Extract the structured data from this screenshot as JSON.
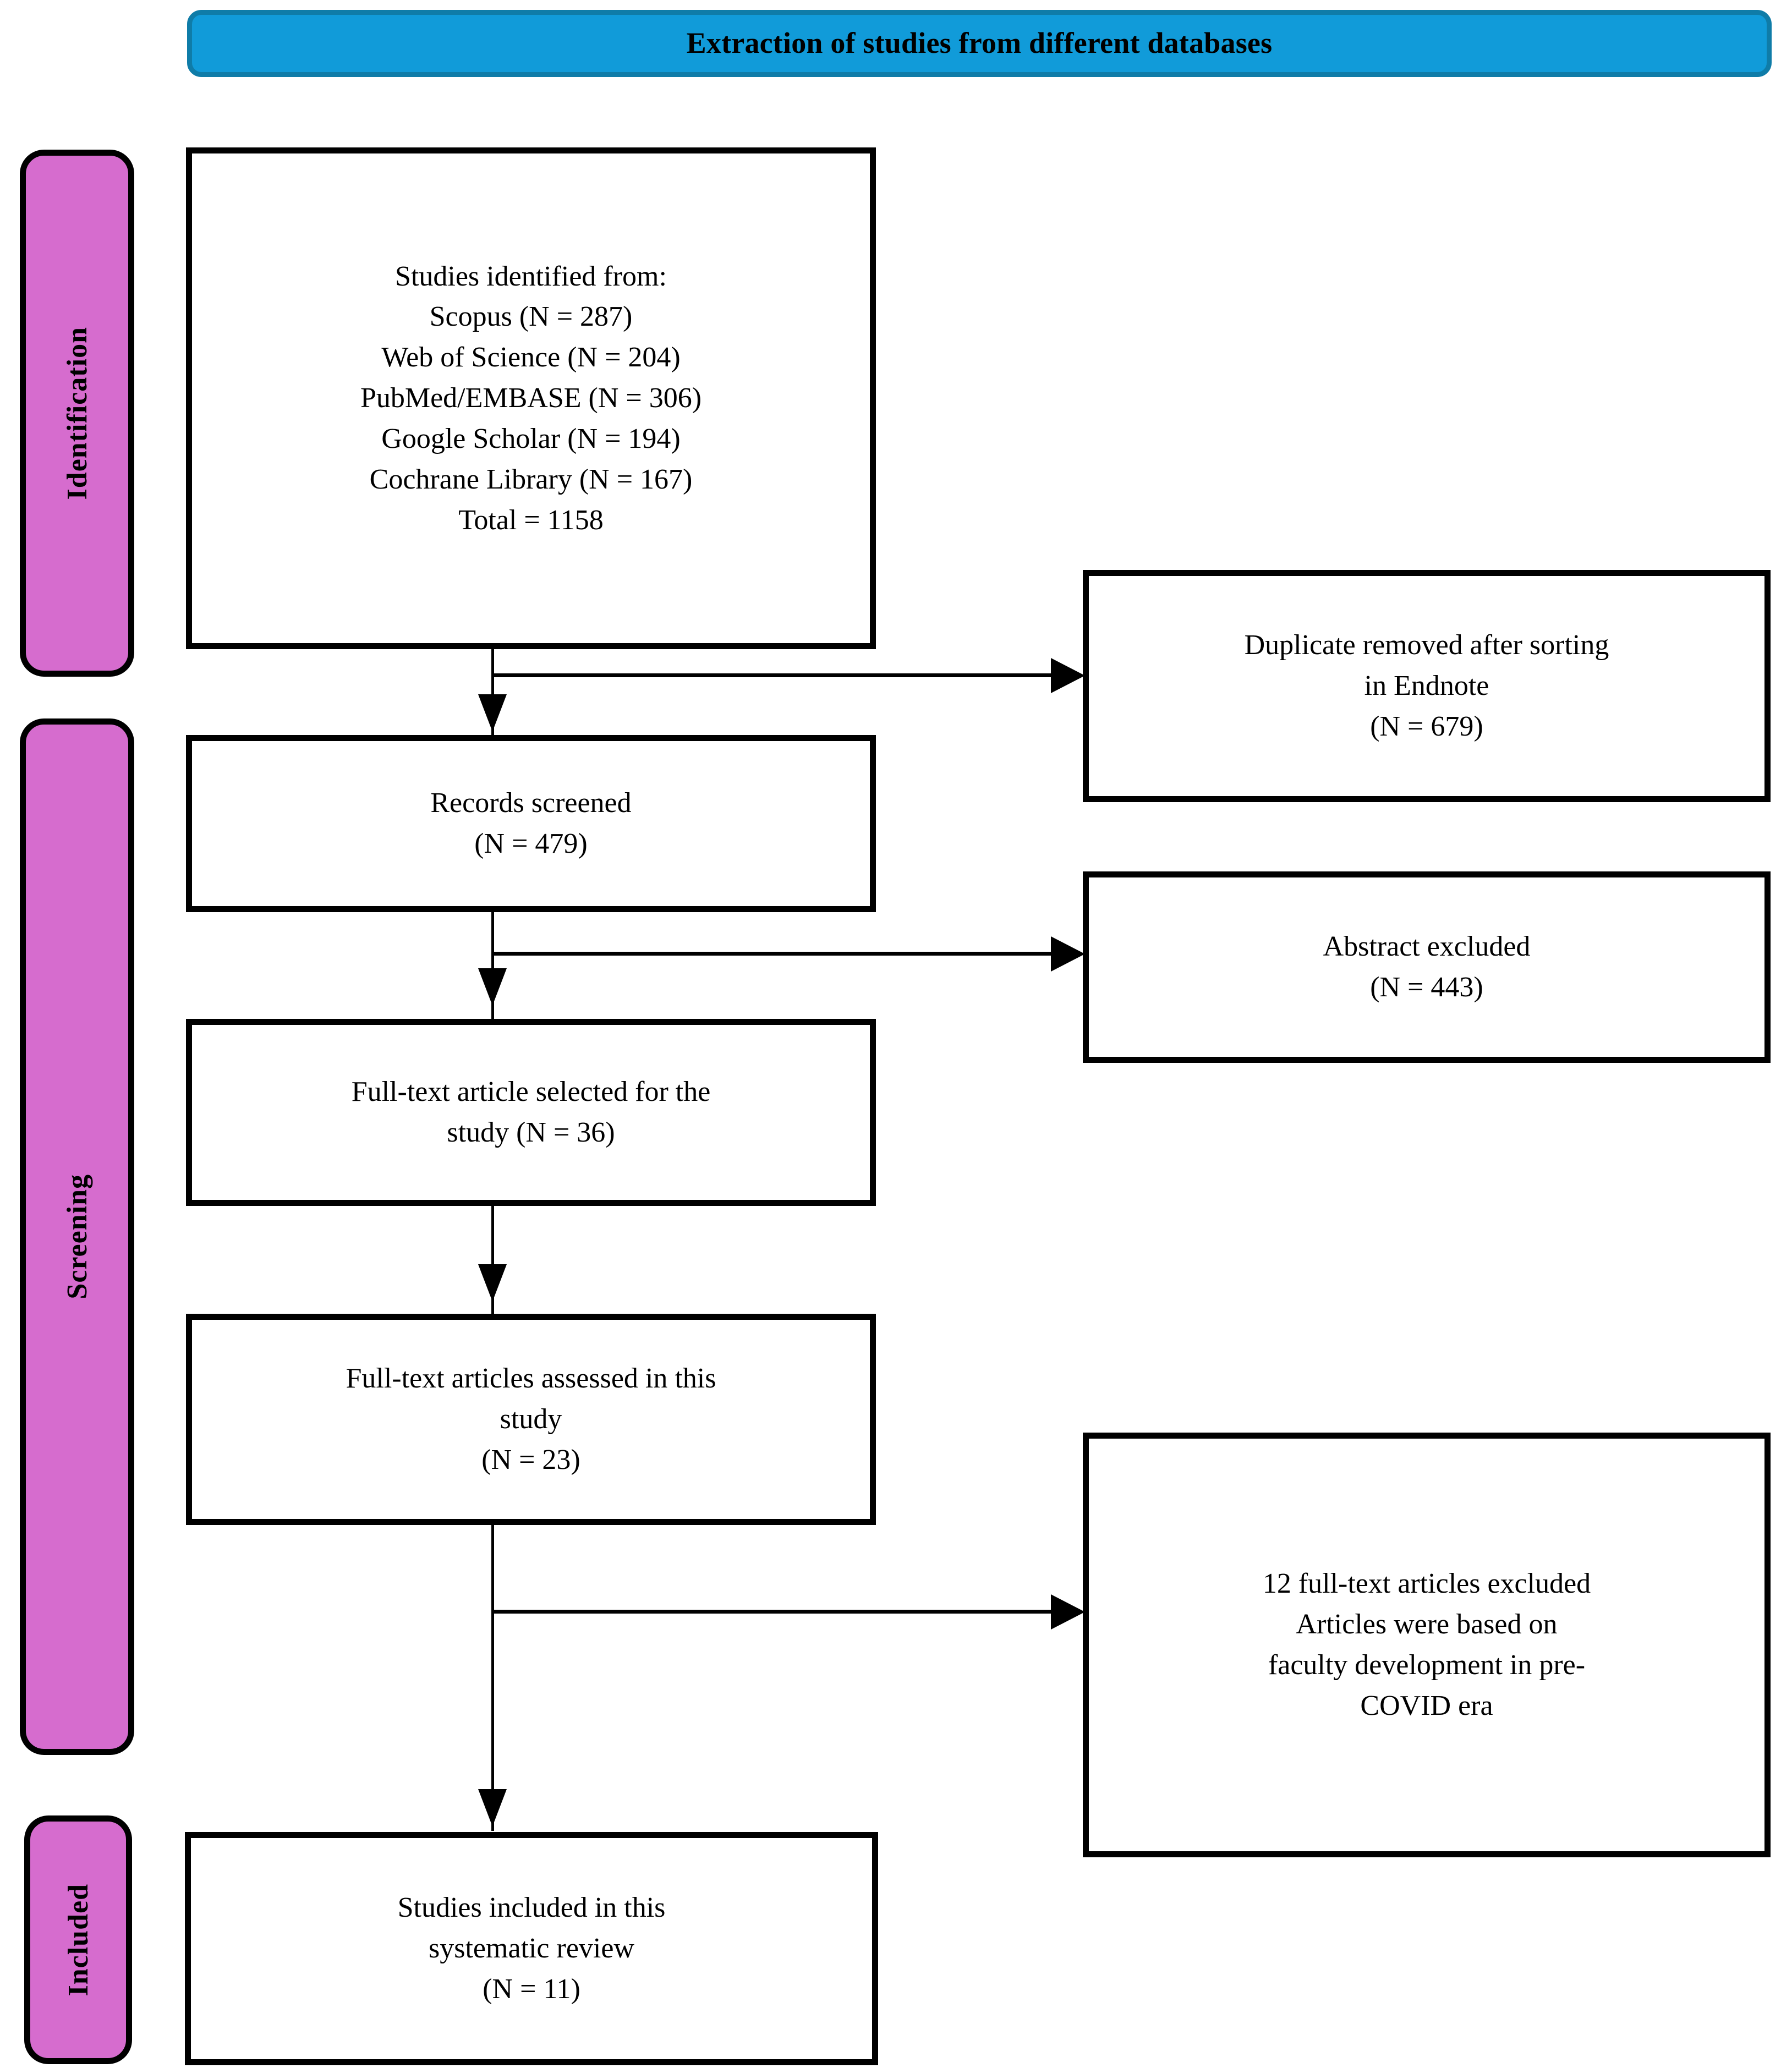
{
  "header": {
    "title": "Extraction of studies from different databases",
    "background_color": "#119BD9",
    "border_color": "#0F7CA8"
  },
  "stages": [
    {
      "id": "identification",
      "label": "Identification",
      "color": "#D66CCE"
    },
    {
      "id": "screening",
      "label": "Screening",
      "color": "#D66CCE"
    },
    {
      "id": "included",
      "label": "Included",
      "color": "#D66CCE"
    }
  ],
  "boxes": {
    "identified": {
      "lines": [
        "Studies identified from:",
        "Scopus (N = 287)",
        "Web of Science (N = 204)",
        "PubMed/EMBASE (N = 306)",
        "Google Scholar (N = 194)",
        "Cochrane Library (N = 167)",
        "Total = 1158"
      ]
    },
    "duplicates_removed": {
      "lines": [
        "Duplicate removed after sorting",
        "in Endnote",
        "(N = 679)"
      ]
    },
    "records_screened": {
      "lines": [
        "Records screened",
        "(N = 479)"
      ]
    },
    "abstract_excluded": {
      "lines": [
        "Abstract excluded",
        "(N = 443)"
      ]
    },
    "fulltext_selected": {
      "lines": [
        "Full-text article selected for the",
        "study (N = 36)"
      ]
    },
    "fulltext_assessed": {
      "lines": [
        "Full-text articles assessed in this",
        "study",
        "(N = 23)"
      ]
    },
    "fulltext_excluded": {
      "lines": [
        "12 full-text articles excluded",
        "Articles were based on",
        "faculty development in pre-",
        "COVID era"
      ]
    },
    "studies_included": {
      "lines": [
        "Studies included in this",
        "systematic review",
        "(N = 11)"
      ]
    }
  },
  "chart_data": {
    "type": "diagram",
    "title": "Extraction of studies from different databases",
    "diagram_kind": "prisma-flow",
    "stages": [
      "Identification",
      "Screening",
      "Included"
    ],
    "nodes": [
      {
        "id": "identified",
        "stage": "Identification",
        "label": "Studies identified from",
        "n": 1158,
        "sources": [
          {
            "name": "Scopus",
            "n": 287
          },
          {
            "name": "Web of Science",
            "n": 204
          },
          {
            "name": "PubMed/EMBASE",
            "n": 306
          },
          {
            "name": "Google Scholar",
            "n": 194
          },
          {
            "name": "Cochrane Library",
            "n": 167
          }
        ]
      },
      {
        "id": "duplicates_removed",
        "stage": "Identification",
        "label": "Duplicate removed after sorting in Endnote",
        "n": 679
      },
      {
        "id": "records_screened",
        "stage": "Screening",
        "label": "Records screened",
        "n": 479
      },
      {
        "id": "abstract_excluded",
        "stage": "Screening",
        "label": "Abstract excluded",
        "n": 443
      },
      {
        "id": "fulltext_selected",
        "stage": "Screening",
        "label": "Full-text article selected for the study",
        "n": 36
      },
      {
        "id": "fulltext_assessed",
        "stage": "Screening",
        "label": "Full-text articles assessed in this study",
        "n": 23
      },
      {
        "id": "fulltext_excluded",
        "stage": "Screening",
        "label": "12 full-text articles excluded. Articles were based on faculty development in pre-COVID era",
        "n": 12
      },
      {
        "id": "studies_included",
        "stage": "Included",
        "label": "Studies included in this systematic review",
        "n": 11
      }
    ],
    "edges": [
      {
        "from": "identified",
        "to": "records_screened",
        "kind": "main"
      },
      {
        "from": "identified",
        "to": "duplicates_removed",
        "kind": "exclusion"
      },
      {
        "from": "records_screened",
        "to": "fulltext_selected",
        "kind": "main"
      },
      {
        "from": "records_screened",
        "to": "abstract_excluded",
        "kind": "exclusion"
      },
      {
        "from": "fulltext_selected",
        "to": "fulltext_assessed",
        "kind": "main"
      },
      {
        "from": "fulltext_assessed",
        "to": "studies_included",
        "kind": "main"
      },
      {
        "from": "fulltext_assessed",
        "to": "fulltext_excluded",
        "kind": "exclusion"
      }
    ]
  }
}
